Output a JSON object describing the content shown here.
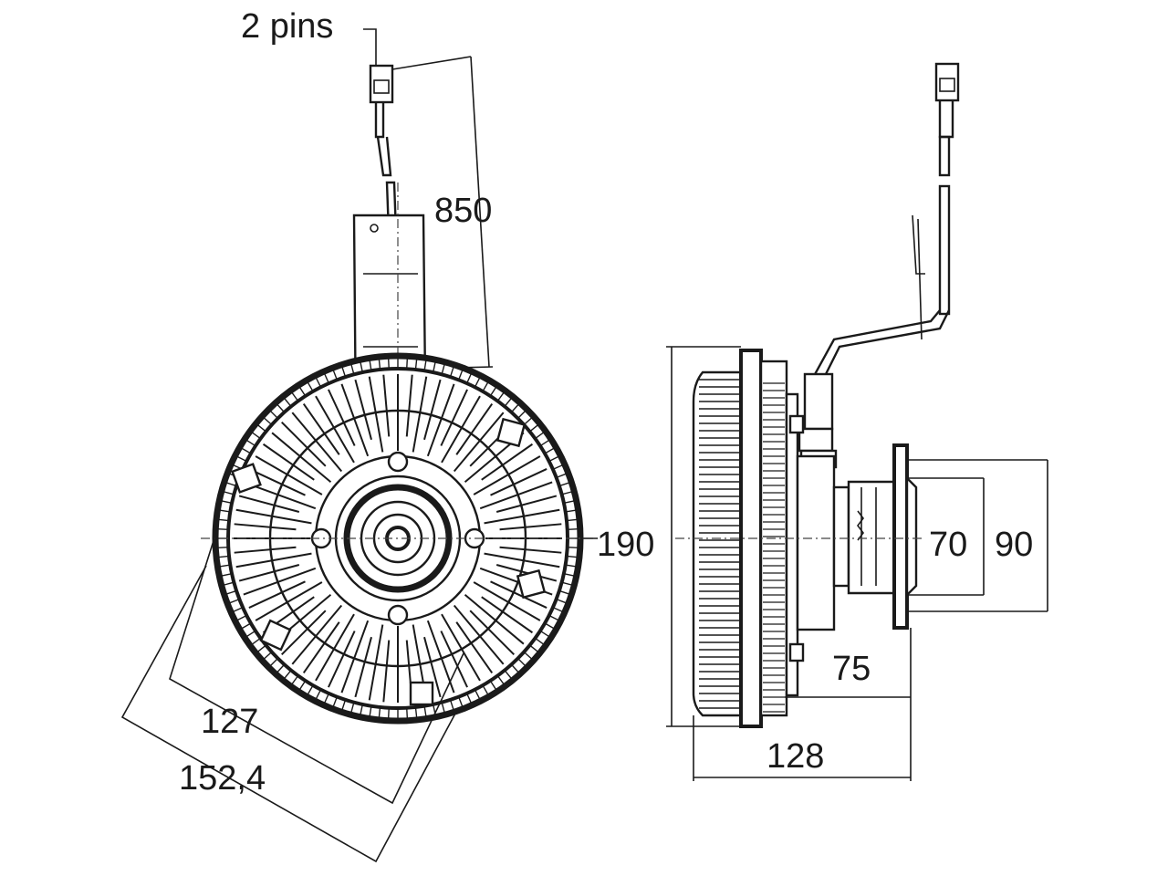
{
  "labels": {
    "pins": "2 pins",
    "cable_length": "850",
    "outer_diameter": "190",
    "bolt_circle_inner": "127",
    "bolt_circle_outer": "152,4",
    "hub_inner": "70",
    "hub_outer": "90",
    "hub_depth": "75",
    "overall_depth": "128"
  },
  "colors": {
    "line": "#1a1a1a",
    "background": "#ffffff"
  }
}
